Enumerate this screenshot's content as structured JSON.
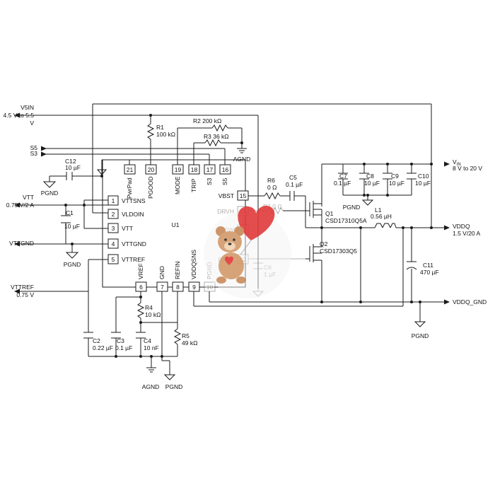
{
  "colors": {
    "wire": "#1a1a1a",
    "heart": "#e23a3a",
    "bear": "#c98a5a"
  },
  "left_labels": {
    "v5in": [
      "V5IN",
      "4.5 V to 5.5",
      "V"
    ],
    "s5": "S5",
    "s3": "S3",
    "vtt": [
      "VTT",
      "0.75 V/2 A"
    ],
    "vttgnd": "VTTGND",
    "vttref": [
      "VTTREF",
      "0.75 V"
    ]
  },
  "right_labels": {
    "vin": [
      "V",
      "IN",
      "8 V to 20 V"
    ],
    "vddq": [
      "VDDQ",
      "1.5 V/20 A"
    ],
    "vddq_gnd": "VDDQ_GND",
    "pgnd": "PGND"
  },
  "ic": {
    "name": "U1",
    "left_pins": [
      {
        "num": "1",
        "label": "VTTSNS"
      },
      {
        "num": "2",
        "label": "VLDOIN"
      },
      {
        "num": "3",
        "label": "VTT"
      },
      {
        "num": "4",
        "label": "VTTGND"
      },
      {
        "num": "5",
        "label": "VTTREF"
      }
    ],
    "top_pins": [
      {
        "num": "21",
        "label": "PwrPad"
      },
      {
        "num": "20",
        "label": "PGOOD"
      },
      {
        "num": "19",
        "label": "MODE"
      },
      {
        "num": "18",
        "label": "TRIP"
      },
      {
        "num": "17",
        "label": "S3"
      },
      {
        "num": "16",
        "label": "S5"
      }
    ],
    "right_pins": [
      {
        "num": "15",
        "label": "VBST"
      },
      {
        "num": "14",
        "label": "DRVH"
      },
      {
        "num": "13",
        "label": "SW"
      },
      {
        "num": "12",
        "label": "DRVL"
      }
    ],
    "bottom_pins": [
      {
        "num": "6",
        "label": "VREF"
      },
      {
        "num": "7",
        "label": "GND"
      },
      {
        "num": "8",
        "label": "REFIN"
      },
      {
        "num": "9",
        "label": "VDDQSNS"
      },
      {
        "num": "10",
        "label": "PGND"
      }
    ]
  },
  "components": {
    "r1": [
      "R1",
      "100 kΩ"
    ],
    "r2": "R2  200 kΩ",
    "r3": "R3 36 kΩ",
    "r4": [
      "R4",
      "10 kΩ"
    ],
    "r5": [
      "R5",
      "49 kΩ"
    ],
    "r6": [
      "R6",
      "0 Ω"
    ],
    "r7": "R7  0 Ω",
    "c1": [
      "C1",
      "10 µF"
    ],
    "c2": [
      "C2",
      "0.22 µF"
    ],
    "c3": [
      "C3",
      "0.1 µF"
    ],
    "c4": [
      "C4",
      "10 nF"
    ],
    "c5": [
      "C5",
      "0.1 µF"
    ],
    "c6": [
      "C6",
      "1 µF"
    ],
    "c7": [
      "C7",
      "0.1 µF"
    ],
    "c8": [
      "C8",
      "10 µF"
    ],
    "c9": [
      "C9",
      "10 µF"
    ],
    "c10": [
      "C10",
      "10 µF"
    ],
    "c11": [
      "C11",
      "470 µF"
    ],
    "c12": [
      "C12",
      "10 µF"
    ],
    "l1": [
      "L1",
      "0.56 µH"
    ],
    "q1": [
      "Q1",
      "CSD17310Q5A"
    ],
    "q2": [
      "Q2",
      "CSD17303Q5"
    ]
  },
  "grounds": {
    "agnd": "AGND",
    "pgnd": "PGND"
  }
}
